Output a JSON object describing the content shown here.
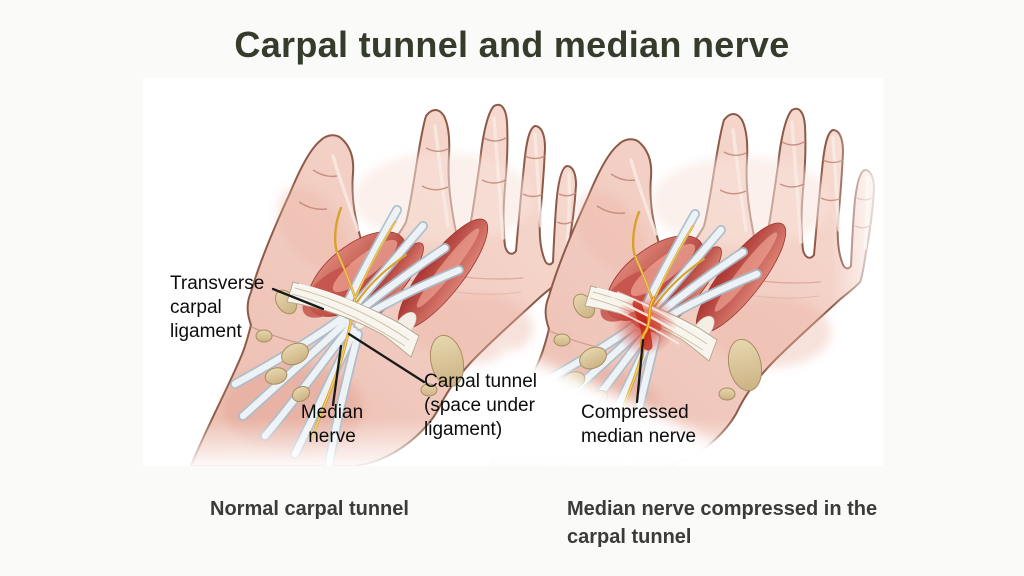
{
  "header": {
    "title": "Carpal tunnel and median nerve"
  },
  "figure": {
    "annotations": {
      "transverse_ligament": "Transverse carpal ligament",
      "median_nerve": "Median nerve",
      "carpal_tunnel": "Carpal tunnel (space under ligament)",
      "compressed_nerve": "Compressed median nerve"
    },
    "captions": {
      "normal": "Normal carpal tunnel",
      "compressed": "Median nerve compressed in the carpal tunnel"
    }
  },
  "colors": {
    "title_text": "#363c2b",
    "caption_text": "#3b3b38",
    "annotation_text": "#0d0d0d",
    "leader_line": "#1a1a1a",
    "page_background": "#fafaf8",
    "panel_background": "#ffffff",
    "skin": "#f1cabf",
    "muscle_red": "#c14a44",
    "tendon_blue_gray": "#e9eff3",
    "nerve_yellow": "#d7a22c",
    "ligament_white": "#f8f5ef",
    "bone_tan": "#dcc79d",
    "compression_red": "#c22718"
  }
}
